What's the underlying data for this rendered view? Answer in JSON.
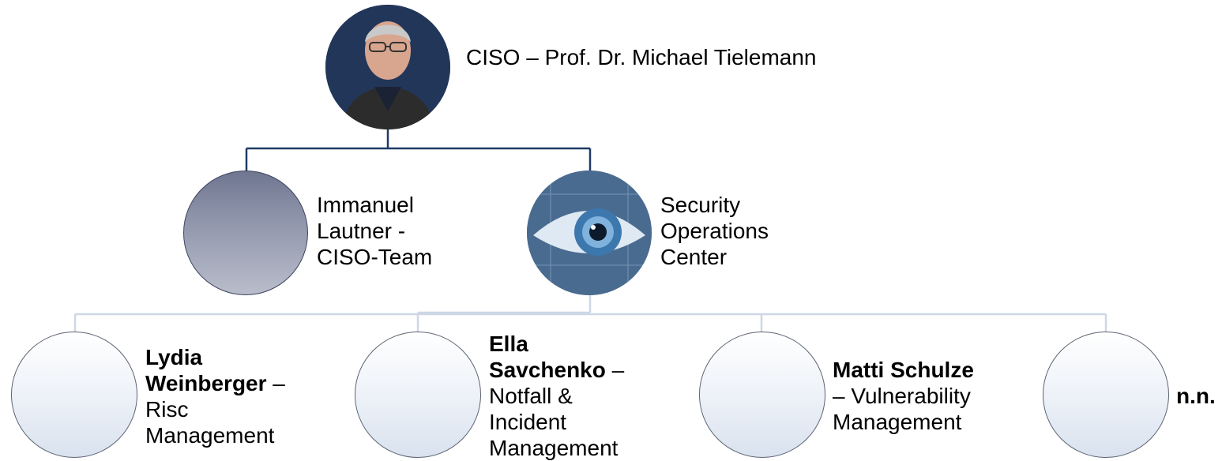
{
  "root": {
    "label": "CISO – Prof. Dr. Michael Tielemann"
  },
  "level2": [
    {
      "line1": "Immanuel",
      "line2": "Lautner -",
      "line3": "CISO-Team"
    },
    {
      "line1": "Security",
      "line2": "Operations",
      "line3": "Center"
    }
  ],
  "level3": [
    {
      "name1": "Lydia",
      "name2": "Weinberger",
      "dash": " –",
      "role1": "Risc",
      "role2": "Management"
    },
    {
      "name1": "Ella",
      "name2": "Savchenko",
      "dash": " –",
      "role1": "Notfall &",
      "role2": "Incident",
      "role3": "Management"
    },
    {
      "name1": "Matti Schulze",
      "role1": "– Vulnerability",
      "role2": "Management"
    },
    {
      "name1": "n.n."
    }
  ],
  "colors": {
    "line_dark": "#1f3b66",
    "line_light": "#cdd7e5"
  }
}
